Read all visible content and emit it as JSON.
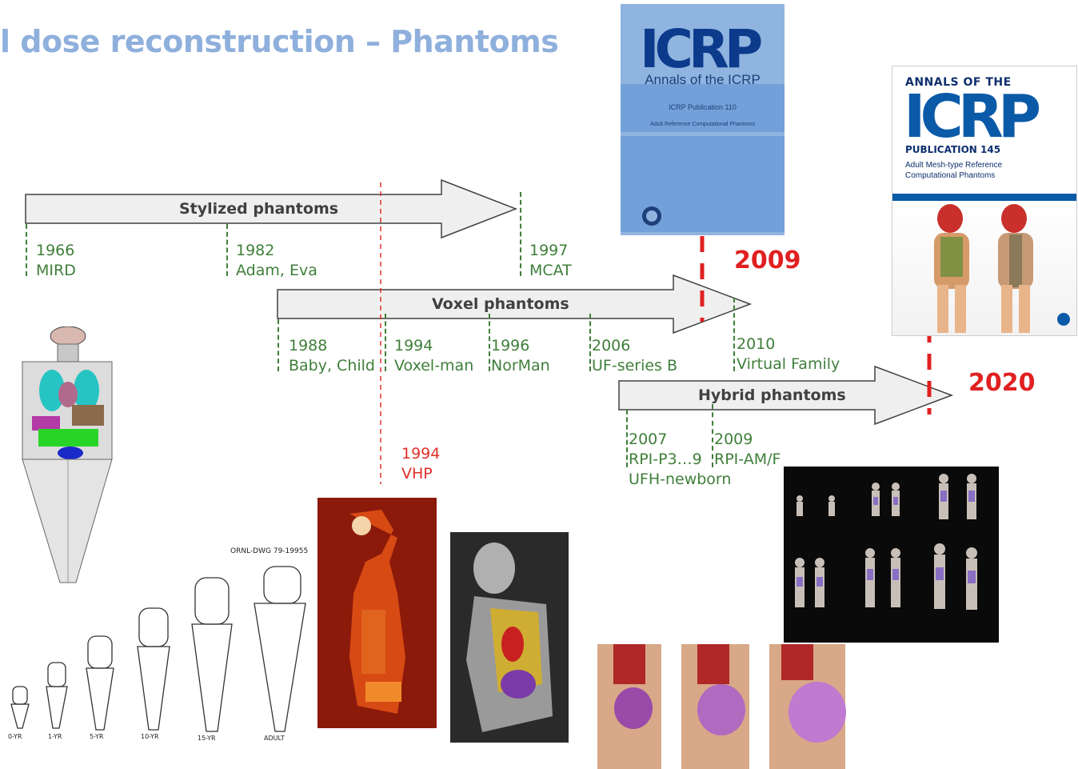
{
  "title": "l dose reconstruction – Phantoms",
  "arrows": {
    "stylized": "Stylized phantoms",
    "voxel": "Voxel phantoms",
    "hybrid": "Hybrid phantoms"
  },
  "events": {
    "e1966": {
      "year": "1966",
      "name": "MIRD"
    },
    "e1982": {
      "year": "1982",
      "name": "Adam, Eva"
    },
    "e1997": {
      "year": "1997",
      "name": "MCAT"
    },
    "e1988": {
      "year": "1988",
      "name": "Baby, Child"
    },
    "e1994": {
      "year": "1994",
      "name": "Voxel-man"
    },
    "e1996": {
      "year": "1996",
      "name": "NorMan"
    },
    "e2006": {
      "year": "2006",
      "name": "UF-series B"
    },
    "e2010": {
      "year": "2010",
      "name": "Virtual Family"
    },
    "e1994vhp": {
      "year": "1994",
      "name": "VHP"
    },
    "e2007": {
      "year": "2007",
      "name": "RPI-P3…9",
      "name2": "UFH-newborn"
    },
    "e2009": {
      "year": "2009",
      "name": "RPI-AM/F"
    }
  },
  "milestones": {
    "y2009": "2009",
    "y2020": "2020"
  },
  "cover1": {
    "logo": "ICRP",
    "subtitle": "Annals of the ICRP",
    "publication": "ICRP Publication 110",
    "description": "Adult Reference Computational Phantoms"
  },
  "cover2": {
    "header": "ANNALS OF THE",
    "logo": "ICRP",
    "publication": "PUBLICATION 145",
    "description": "Adult Mesh-type Reference\nComputational Phantoms"
  },
  "drawing": {
    "label": "ORNL-DWG 79-19955",
    "captions": [
      "0-YR",
      "1-YR",
      "5-YR",
      "10-YR",
      "15-YR",
      "ADULT"
    ]
  },
  "colors": {
    "title": "#8fb0dc",
    "green": "#3f7f3a",
    "red": "#e0302a",
    "arrow_fill": "#efefef"
  }
}
